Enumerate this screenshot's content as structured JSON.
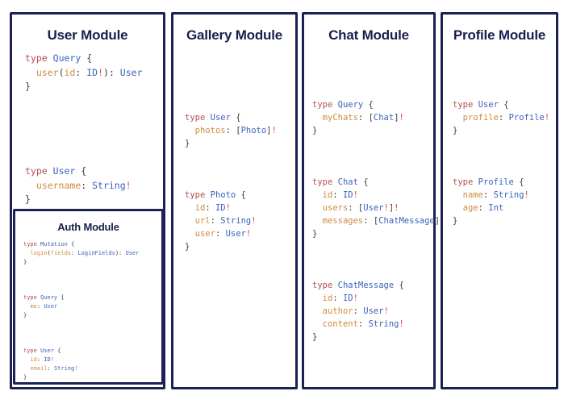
{
  "meta": {
    "background_color": "#ffffff",
    "card_border_color": "#1d2153",
    "title_color": "#1b1f4e"
  },
  "palette": {
    "keyword": "#b2504a",
    "type_name": "#3a63b8",
    "field_name": "#cf8a3f",
    "punctuation": "#3b3b3b",
    "non_null_bang": "#d4543c"
  },
  "modules": [
    {
      "id": "user",
      "title": "User Module",
      "schema_blocks": [
        {
          "lines": [
            [
              {
                "t": "type",
                "c": "kw"
              },
              {
                "t": " ",
                "c": "punct"
              },
              {
                "t": "Query",
                "c": "type"
              },
              {
                "t": " {",
                "c": "punct"
              }
            ],
            [
              {
                "t": "  ",
                "c": "punct"
              },
              {
                "t": "user",
                "c": "field"
              },
              {
                "t": "(",
                "c": "punct"
              },
              {
                "t": "id",
                "c": "field"
              },
              {
                "t": ": ",
                "c": "punct"
              },
              {
                "t": "ID",
                "c": "type"
              },
              {
                "t": "!",
                "c": "bang"
              },
              {
                "t": "): ",
                "c": "punct"
              },
              {
                "t": "User",
                "c": "type"
              }
            ],
            [
              {
                "t": "}",
                "c": "punct"
              }
            ]
          ]
        },
        {
          "lines": [
            [
              {
                "t": "",
                "c": "punct"
              }
            ]
          ]
        },
        {
          "lines": [
            [
              {
                "t": "",
                "c": "punct"
              }
            ]
          ]
        },
        {
          "lines": [
            [
              {
                "t": "type",
                "c": "kw"
              },
              {
                "t": " ",
                "c": "punct"
              },
              {
                "t": "User",
                "c": "type"
              },
              {
                "t": " {",
                "c": "punct"
              }
            ],
            [
              {
                "t": "  ",
                "c": "punct"
              },
              {
                "t": "username",
                "c": "field"
              },
              {
                "t": ": ",
                "c": "punct"
              },
              {
                "t": "String",
                "c": "type"
              },
              {
                "t": "!",
                "c": "bang"
              }
            ],
            [
              {
                "t": "}",
                "c": "punct"
              }
            ]
          ]
        }
      ]
    },
    {
      "id": "auth",
      "title": "Auth Module",
      "schema_blocks": [
        {
          "lines": [
            [
              {
                "t": "type",
                "c": "kw"
              },
              {
                "t": " ",
                "c": "punct"
              },
              {
                "t": "Mutation",
                "c": "type"
              },
              {
                "t": " {",
                "c": "punct"
              }
            ],
            [
              {
                "t": "  ",
                "c": "punct"
              },
              {
                "t": "login",
                "c": "field"
              },
              {
                "t": "(",
                "c": "punct"
              },
              {
                "t": "fields",
                "c": "field"
              },
              {
                "t": ": ",
                "c": "punct"
              },
              {
                "t": "LoginFields",
                "c": "type"
              },
              {
                "t": "): ",
                "c": "punct"
              },
              {
                "t": "User",
                "c": "type"
              }
            ],
            [
              {
                "t": "}",
                "c": "punct"
              }
            ]
          ]
        },
        {
          "lines": [
            [
              {
                "t": "",
                "c": "punct"
              }
            ]
          ]
        },
        {
          "lines": [
            [
              {
                "t": "type",
                "c": "kw"
              },
              {
                "t": " ",
                "c": "punct"
              },
              {
                "t": "Query",
                "c": "type"
              },
              {
                "t": " {",
                "c": "punct"
              }
            ],
            [
              {
                "t": "  ",
                "c": "punct"
              },
              {
                "t": "me",
                "c": "field"
              },
              {
                "t": ": ",
                "c": "punct"
              },
              {
                "t": "User",
                "c": "type"
              }
            ],
            [
              {
                "t": "}",
                "c": "punct"
              }
            ]
          ]
        },
        {
          "lines": [
            [
              {
                "t": "",
                "c": "punct"
              }
            ]
          ]
        },
        {
          "lines": [
            [
              {
                "t": "type",
                "c": "kw"
              },
              {
                "t": " ",
                "c": "punct"
              },
              {
                "t": "User",
                "c": "type"
              },
              {
                "t": " {",
                "c": "punct"
              }
            ],
            [
              {
                "t": "  ",
                "c": "punct"
              },
              {
                "t": "id",
                "c": "field"
              },
              {
                "t": ": ",
                "c": "punct"
              },
              {
                "t": "ID",
                "c": "type"
              },
              {
                "t": "!",
                "c": "bang"
              }
            ],
            [
              {
                "t": "  ",
                "c": "punct"
              },
              {
                "t": "email",
                "c": "field"
              },
              {
                "t": ": ",
                "c": "punct"
              },
              {
                "t": "String",
                "c": "type"
              },
              {
                "t": "!",
                "c": "bang"
              }
            ],
            [
              {
                "t": "}",
                "c": "punct"
              }
            ]
          ]
        }
      ]
    },
    {
      "id": "gallery",
      "title": "Gallery Module",
      "schema_blocks": [
        {
          "lines": [
            [
              {
                "t": "type",
                "c": "kw"
              },
              {
                "t": " ",
                "c": "punct"
              },
              {
                "t": "User",
                "c": "type"
              },
              {
                "t": " {",
                "c": "punct"
              }
            ],
            [
              {
                "t": "  ",
                "c": "punct"
              },
              {
                "t": "photos",
                "c": "field"
              },
              {
                "t": ": [",
                "c": "punct"
              },
              {
                "t": "Photo",
                "c": "type"
              },
              {
                "t": "]",
                "c": "punct"
              },
              {
                "t": "!",
                "c": "bang"
              }
            ],
            [
              {
                "t": "}",
                "c": "punct"
              }
            ]
          ]
        },
        {
          "lines": [
            [
              {
                "t": "",
                "c": "punct"
              }
            ]
          ]
        },
        {
          "lines": [
            [
              {
                "t": "type",
                "c": "kw"
              },
              {
                "t": " ",
                "c": "punct"
              },
              {
                "t": "Photo",
                "c": "type"
              },
              {
                "t": " {",
                "c": "punct"
              }
            ],
            [
              {
                "t": "  ",
                "c": "punct"
              },
              {
                "t": "id",
                "c": "field"
              },
              {
                "t": ": ",
                "c": "punct"
              },
              {
                "t": "ID",
                "c": "type"
              },
              {
                "t": "!",
                "c": "bang"
              }
            ],
            [
              {
                "t": "  ",
                "c": "punct"
              },
              {
                "t": "url",
                "c": "field"
              },
              {
                "t": ": ",
                "c": "punct"
              },
              {
                "t": "String",
                "c": "type"
              },
              {
                "t": "!",
                "c": "bang"
              }
            ],
            [
              {
                "t": "  ",
                "c": "punct"
              },
              {
                "t": "user",
                "c": "field"
              },
              {
                "t": ": ",
                "c": "punct"
              },
              {
                "t": "User",
                "c": "type"
              },
              {
                "t": "!",
                "c": "bang"
              }
            ],
            [
              {
                "t": "}",
                "c": "punct"
              }
            ]
          ]
        }
      ]
    },
    {
      "id": "chat",
      "title": "Chat Module",
      "schema_blocks": [
        {
          "lines": [
            [
              {
                "t": "type",
                "c": "kw"
              },
              {
                "t": " ",
                "c": "punct"
              },
              {
                "t": "Query",
                "c": "type"
              },
              {
                "t": " {",
                "c": "punct"
              }
            ],
            [
              {
                "t": "  ",
                "c": "punct"
              },
              {
                "t": "myChats",
                "c": "field"
              },
              {
                "t": ": [",
                "c": "punct"
              },
              {
                "t": "Chat",
                "c": "type"
              },
              {
                "t": "]",
                "c": "punct"
              },
              {
                "t": "!",
                "c": "bang"
              }
            ],
            [
              {
                "t": "}",
                "c": "punct"
              }
            ]
          ]
        },
        {
          "lines": [
            [
              {
                "t": "",
                "c": "punct"
              }
            ]
          ]
        },
        {
          "lines": [
            [
              {
                "t": "type",
                "c": "kw"
              },
              {
                "t": " ",
                "c": "punct"
              },
              {
                "t": "Chat",
                "c": "type"
              },
              {
                "t": " {",
                "c": "punct"
              }
            ],
            [
              {
                "t": "  ",
                "c": "punct"
              },
              {
                "t": "id",
                "c": "field"
              },
              {
                "t": ": ",
                "c": "punct"
              },
              {
                "t": "ID",
                "c": "type"
              },
              {
                "t": "!",
                "c": "bang"
              }
            ],
            [
              {
                "t": "  ",
                "c": "punct"
              },
              {
                "t": "users",
                "c": "field"
              },
              {
                "t": ": [",
                "c": "punct"
              },
              {
                "t": "User",
                "c": "type"
              },
              {
                "t": "!",
                "c": "bang"
              },
              {
                "t": "]",
                "c": "punct"
              },
              {
                "t": "!",
                "c": "bang"
              }
            ],
            [
              {
                "t": "  ",
                "c": "punct"
              },
              {
                "t": "messages",
                "c": "field"
              },
              {
                "t": ": [",
                "c": "punct"
              },
              {
                "t": "ChatMessage",
                "c": "type"
              },
              {
                "t": "]",
                "c": "punct"
              },
              {
                "t": "!",
                "c": "bang"
              }
            ],
            [
              {
                "t": "}",
                "c": "punct"
              }
            ]
          ]
        },
        {
          "lines": [
            [
              {
                "t": "",
                "c": "punct"
              }
            ]
          ]
        },
        {
          "lines": [
            [
              {
                "t": "type",
                "c": "kw"
              },
              {
                "t": " ",
                "c": "punct"
              },
              {
                "t": "ChatMessage",
                "c": "type"
              },
              {
                "t": " {",
                "c": "punct"
              }
            ],
            [
              {
                "t": "  ",
                "c": "punct"
              },
              {
                "t": "id",
                "c": "field"
              },
              {
                "t": ": ",
                "c": "punct"
              },
              {
                "t": "ID",
                "c": "type"
              },
              {
                "t": "!",
                "c": "bang"
              }
            ],
            [
              {
                "t": "  ",
                "c": "punct"
              },
              {
                "t": "author",
                "c": "field"
              },
              {
                "t": ": ",
                "c": "punct"
              },
              {
                "t": "User",
                "c": "type"
              },
              {
                "t": "!",
                "c": "bang"
              }
            ],
            [
              {
                "t": "  ",
                "c": "punct"
              },
              {
                "t": "content",
                "c": "field"
              },
              {
                "t": ": ",
                "c": "punct"
              },
              {
                "t": "String",
                "c": "type"
              },
              {
                "t": "!",
                "c": "bang"
              }
            ],
            [
              {
                "t": "}",
                "c": "punct"
              }
            ]
          ]
        }
      ]
    },
    {
      "id": "profile",
      "title": "Profile Module",
      "schema_blocks": [
        {
          "lines": [
            [
              {
                "t": "type",
                "c": "kw"
              },
              {
                "t": " ",
                "c": "punct"
              },
              {
                "t": "User",
                "c": "type"
              },
              {
                "t": " {",
                "c": "punct"
              }
            ],
            [
              {
                "t": "  ",
                "c": "punct"
              },
              {
                "t": "profile",
                "c": "field"
              },
              {
                "t": ": ",
                "c": "punct"
              },
              {
                "t": "Profile",
                "c": "type"
              },
              {
                "t": "!",
                "c": "bang"
              }
            ],
            [
              {
                "t": "}",
                "c": "punct"
              }
            ]
          ]
        },
        {
          "lines": [
            [
              {
                "t": "",
                "c": "punct"
              }
            ]
          ]
        },
        {
          "lines": [
            [
              {
                "t": "type",
                "c": "kw"
              },
              {
                "t": " ",
                "c": "punct"
              },
              {
                "t": "Profile",
                "c": "type"
              },
              {
                "t": " {",
                "c": "punct"
              }
            ],
            [
              {
                "t": "  ",
                "c": "punct"
              },
              {
                "t": "name",
                "c": "field"
              },
              {
                "t": ": ",
                "c": "punct"
              },
              {
                "t": "String",
                "c": "type"
              },
              {
                "t": "!",
                "c": "bang"
              }
            ],
            [
              {
                "t": "  ",
                "c": "punct"
              },
              {
                "t": "age",
                "c": "field"
              },
              {
                "t": ": ",
                "c": "punct"
              },
              {
                "t": "Int",
                "c": "type"
              }
            ],
            [
              {
                "t": "}",
                "c": "punct"
              }
            ]
          ]
        }
      ]
    }
  ]
}
